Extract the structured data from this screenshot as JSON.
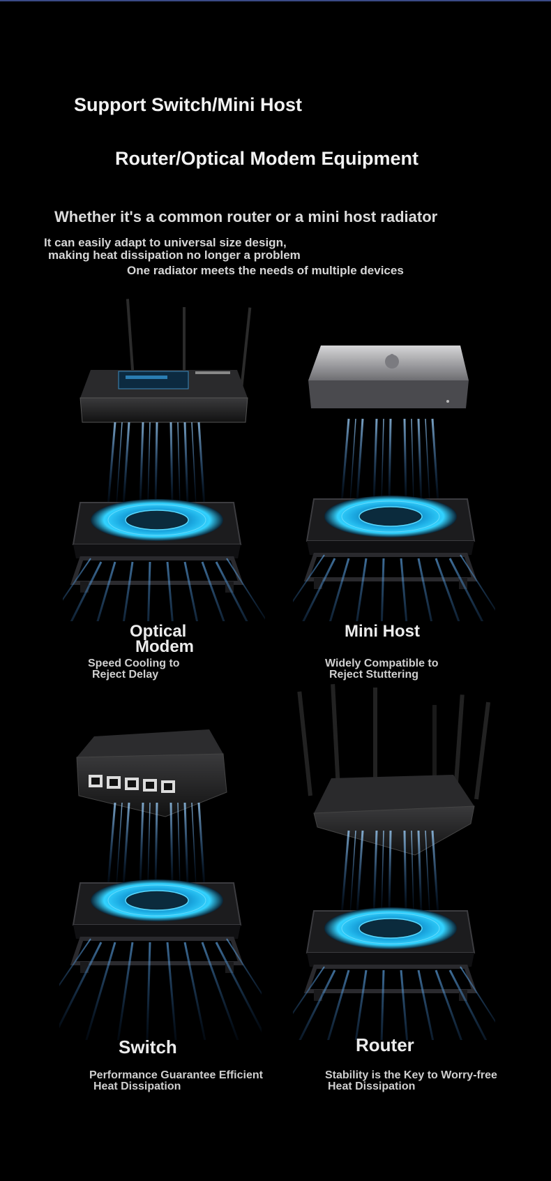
{
  "header": {
    "title_line1": "Support Switch/Mini Host",
    "title_line2": "Router/Optical Modem Equipment",
    "subtitle": "Whether it's a common router or a mini host radiator",
    "desc_line1": "It can easily adapt to universal size design,",
    "desc_line2": "making heat dissipation no longer a problem",
    "desc_line3": "One radiator meets the needs of multiple devices"
  },
  "devices": [
    {
      "title_line1": "Optical",
      "title_line2": "Modem",
      "desc_line1": "Speed Cooling to",
      "desc_line2": "Reject Delay",
      "icon": "optical-modem-icon"
    },
    {
      "title_line1": "Mini Host",
      "title_line2": "",
      "desc_line1": "Widely Compatible to",
      "desc_line2": "Reject Stuttering",
      "icon": "mini-host-icon"
    },
    {
      "title_line1": "Switch",
      "title_line2": "",
      "desc_line1": "Performance Guarantee Efficient",
      "desc_line2": "Heat Dissipation",
      "icon": "switch-icon"
    },
    {
      "title_line1": "Router",
      "title_line2": "",
      "desc_line1": "Stability is the Key to Worry-free",
      "desc_line2": "Heat Dissipation",
      "icon": "router-icon"
    }
  ],
  "colors": {
    "background": "#000000",
    "airflow": "#4aa8ff",
    "fan_glow": "#27c6ff"
  }
}
